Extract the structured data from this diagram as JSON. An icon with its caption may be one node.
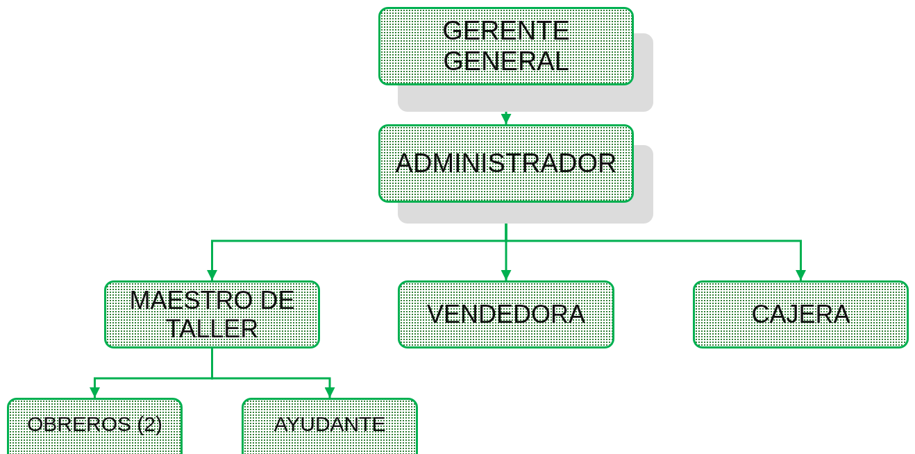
{
  "diagram": {
    "nodes": [
      {
        "text": [
          "GERENTE GENERAL"
        ]
      },
      {
        "text": [
          "ADMINISTRADOR"
        ]
      },
      {
        "text": [
          "MAESTRO DE TALLER"
        ]
      },
      {
        "text": [
          "VENDEDORA"
        ]
      },
      {
        "text": [
          "CAJERA"
        ]
      },
      {
        "text": [
          "OBREROS (2)"
        ]
      },
      {
        "text": [
          "AYUDANTE"
        ]
      }
    ],
    "edges": [
      {
        "from": 0,
        "to": 1,
        "arrow": "to"
      },
      {
        "from": 1,
        "to": 2,
        "arrow": "to"
      },
      {
        "from": 1,
        "to": 3,
        "arrow": "to"
      },
      {
        "from": 1,
        "to": 4,
        "arrow": "to"
      },
      {
        "from": 2,
        "to": 5,
        "arrow": "to"
      },
      {
        "from": 2,
        "to": 6,
        "arrow": "to"
      }
    ]
  }
}
